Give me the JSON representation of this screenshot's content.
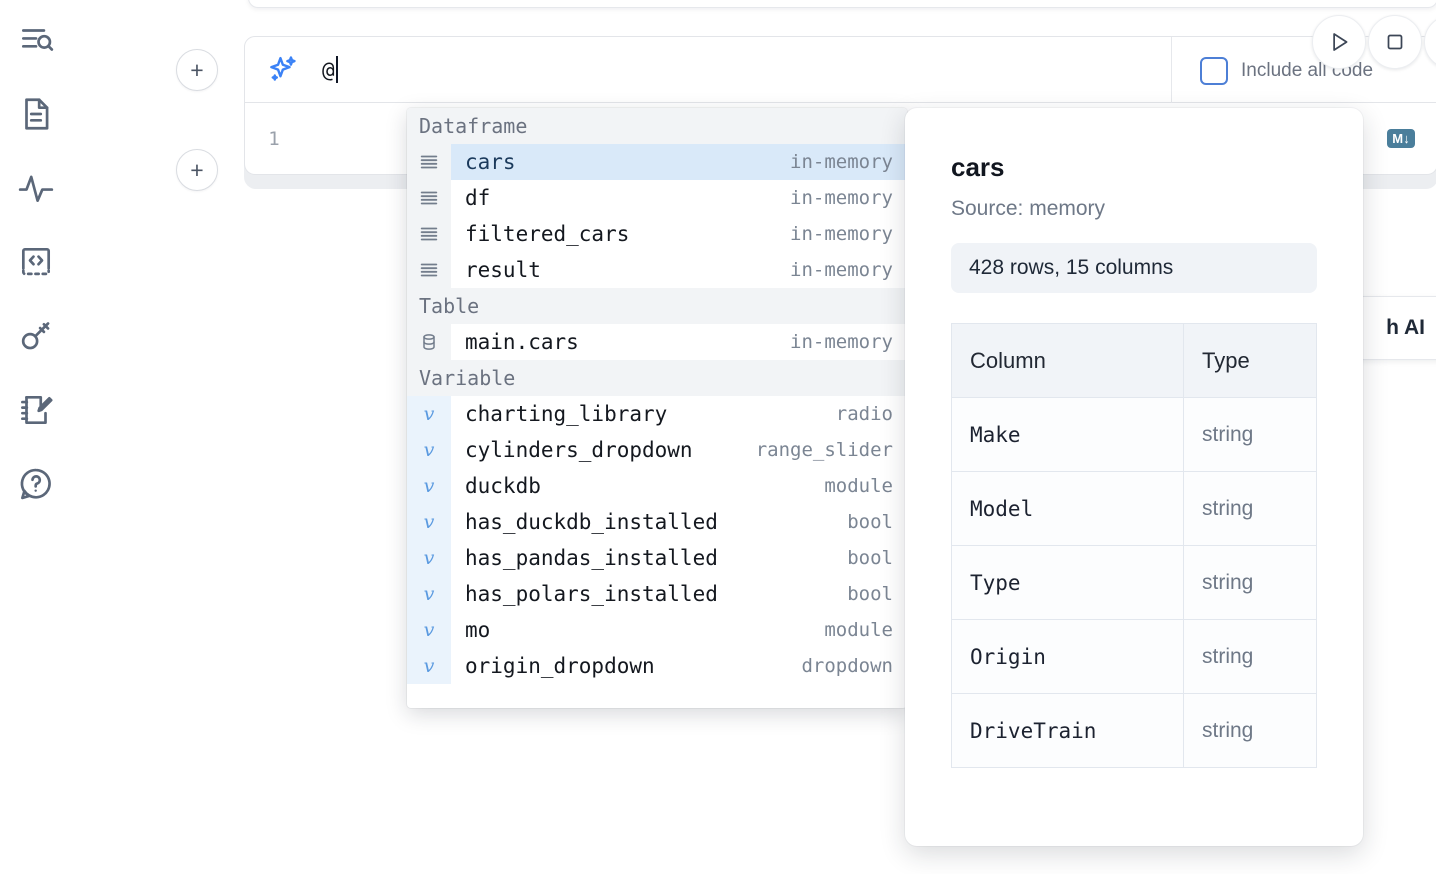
{
  "sidebar": {
    "items": [
      {
        "name": "outline-search-icon",
        "label": "Outline / Search"
      },
      {
        "name": "file-document-icon",
        "label": "File"
      },
      {
        "name": "activity-pulse-icon",
        "label": "Activity"
      },
      {
        "name": "code-brackets-icon",
        "label": "Snippets"
      },
      {
        "name": "key-secrets-icon",
        "label": "Secrets"
      },
      {
        "name": "notebook-edit-icon",
        "label": "Scratchpad"
      },
      {
        "name": "help-question-icon",
        "label": "Help"
      }
    ]
  },
  "toolbar": {
    "run_button": "run-icon",
    "stop_button": "stop-icon",
    "extra_button": "more-icon",
    "include_all_code_label": "Include all code",
    "include_all_code_checked": false
  },
  "cell": {
    "add_button_label": "+",
    "ai_icon": "sparkle-icon",
    "prompt_value": "@",
    "line_number": "1",
    "database_icon": "database-icon",
    "markdown_badge": "M↓"
  },
  "floating": {
    "generate_with_ai_label": "h AI"
  },
  "autocomplete": {
    "groups": [
      {
        "label": "Dataframe",
        "kind": "dataframe",
        "items": [
          {
            "name": "cars",
            "meta": "in-memory",
            "selected": true
          },
          {
            "name": "df",
            "meta": "in-memory",
            "selected": false
          },
          {
            "name": "filtered_cars",
            "meta": "in-memory",
            "selected": false
          },
          {
            "name": "result",
            "meta": "in-memory",
            "selected": false
          }
        ]
      },
      {
        "label": "Table",
        "kind": "table",
        "items": [
          {
            "name": "main.cars",
            "meta": "in-memory",
            "selected": false
          }
        ]
      },
      {
        "label": "Variable",
        "kind": "variable",
        "items": [
          {
            "name": "charting_library",
            "meta": "radio",
            "selected": false
          },
          {
            "name": "cylinders_dropdown",
            "meta": "range_slider",
            "selected": false
          },
          {
            "name": "duckdb",
            "meta": "module",
            "selected": false
          },
          {
            "name": "has_duckdb_installed",
            "meta": "bool",
            "selected": false
          },
          {
            "name": "has_pandas_installed",
            "meta": "bool",
            "selected": false
          },
          {
            "name": "has_polars_installed",
            "meta": "bool",
            "selected": false
          },
          {
            "name": "mo",
            "meta": "module",
            "selected": false
          },
          {
            "name": "origin_dropdown",
            "meta": "dropdown",
            "selected": false
          }
        ]
      }
    ]
  },
  "detail": {
    "title": "cars",
    "source": "Source: memory",
    "stats": "428 rows, 15 columns",
    "columns_header": "Column",
    "type_header": "Type",
    "rows": [
      {
        "column": "Make",
        "type": "string"
      },
      {
        "column": "Model",
        "type": "string"
      },
      {
        "column": "Type",
        "type": "string"
      },
      {
        "column": "Origin",
        "type": "string"
      },
      {
        "column": "DriveTrain",
        "type": "string"
      }
    ]
  },
  "colors": {
    "accent_blue": "#3b82f6",
    "selection_blue": "#d9e9f9",
    "icon_gray": "#5b6779",
    "teal_icon": "#4a7e9b"
  }
}
